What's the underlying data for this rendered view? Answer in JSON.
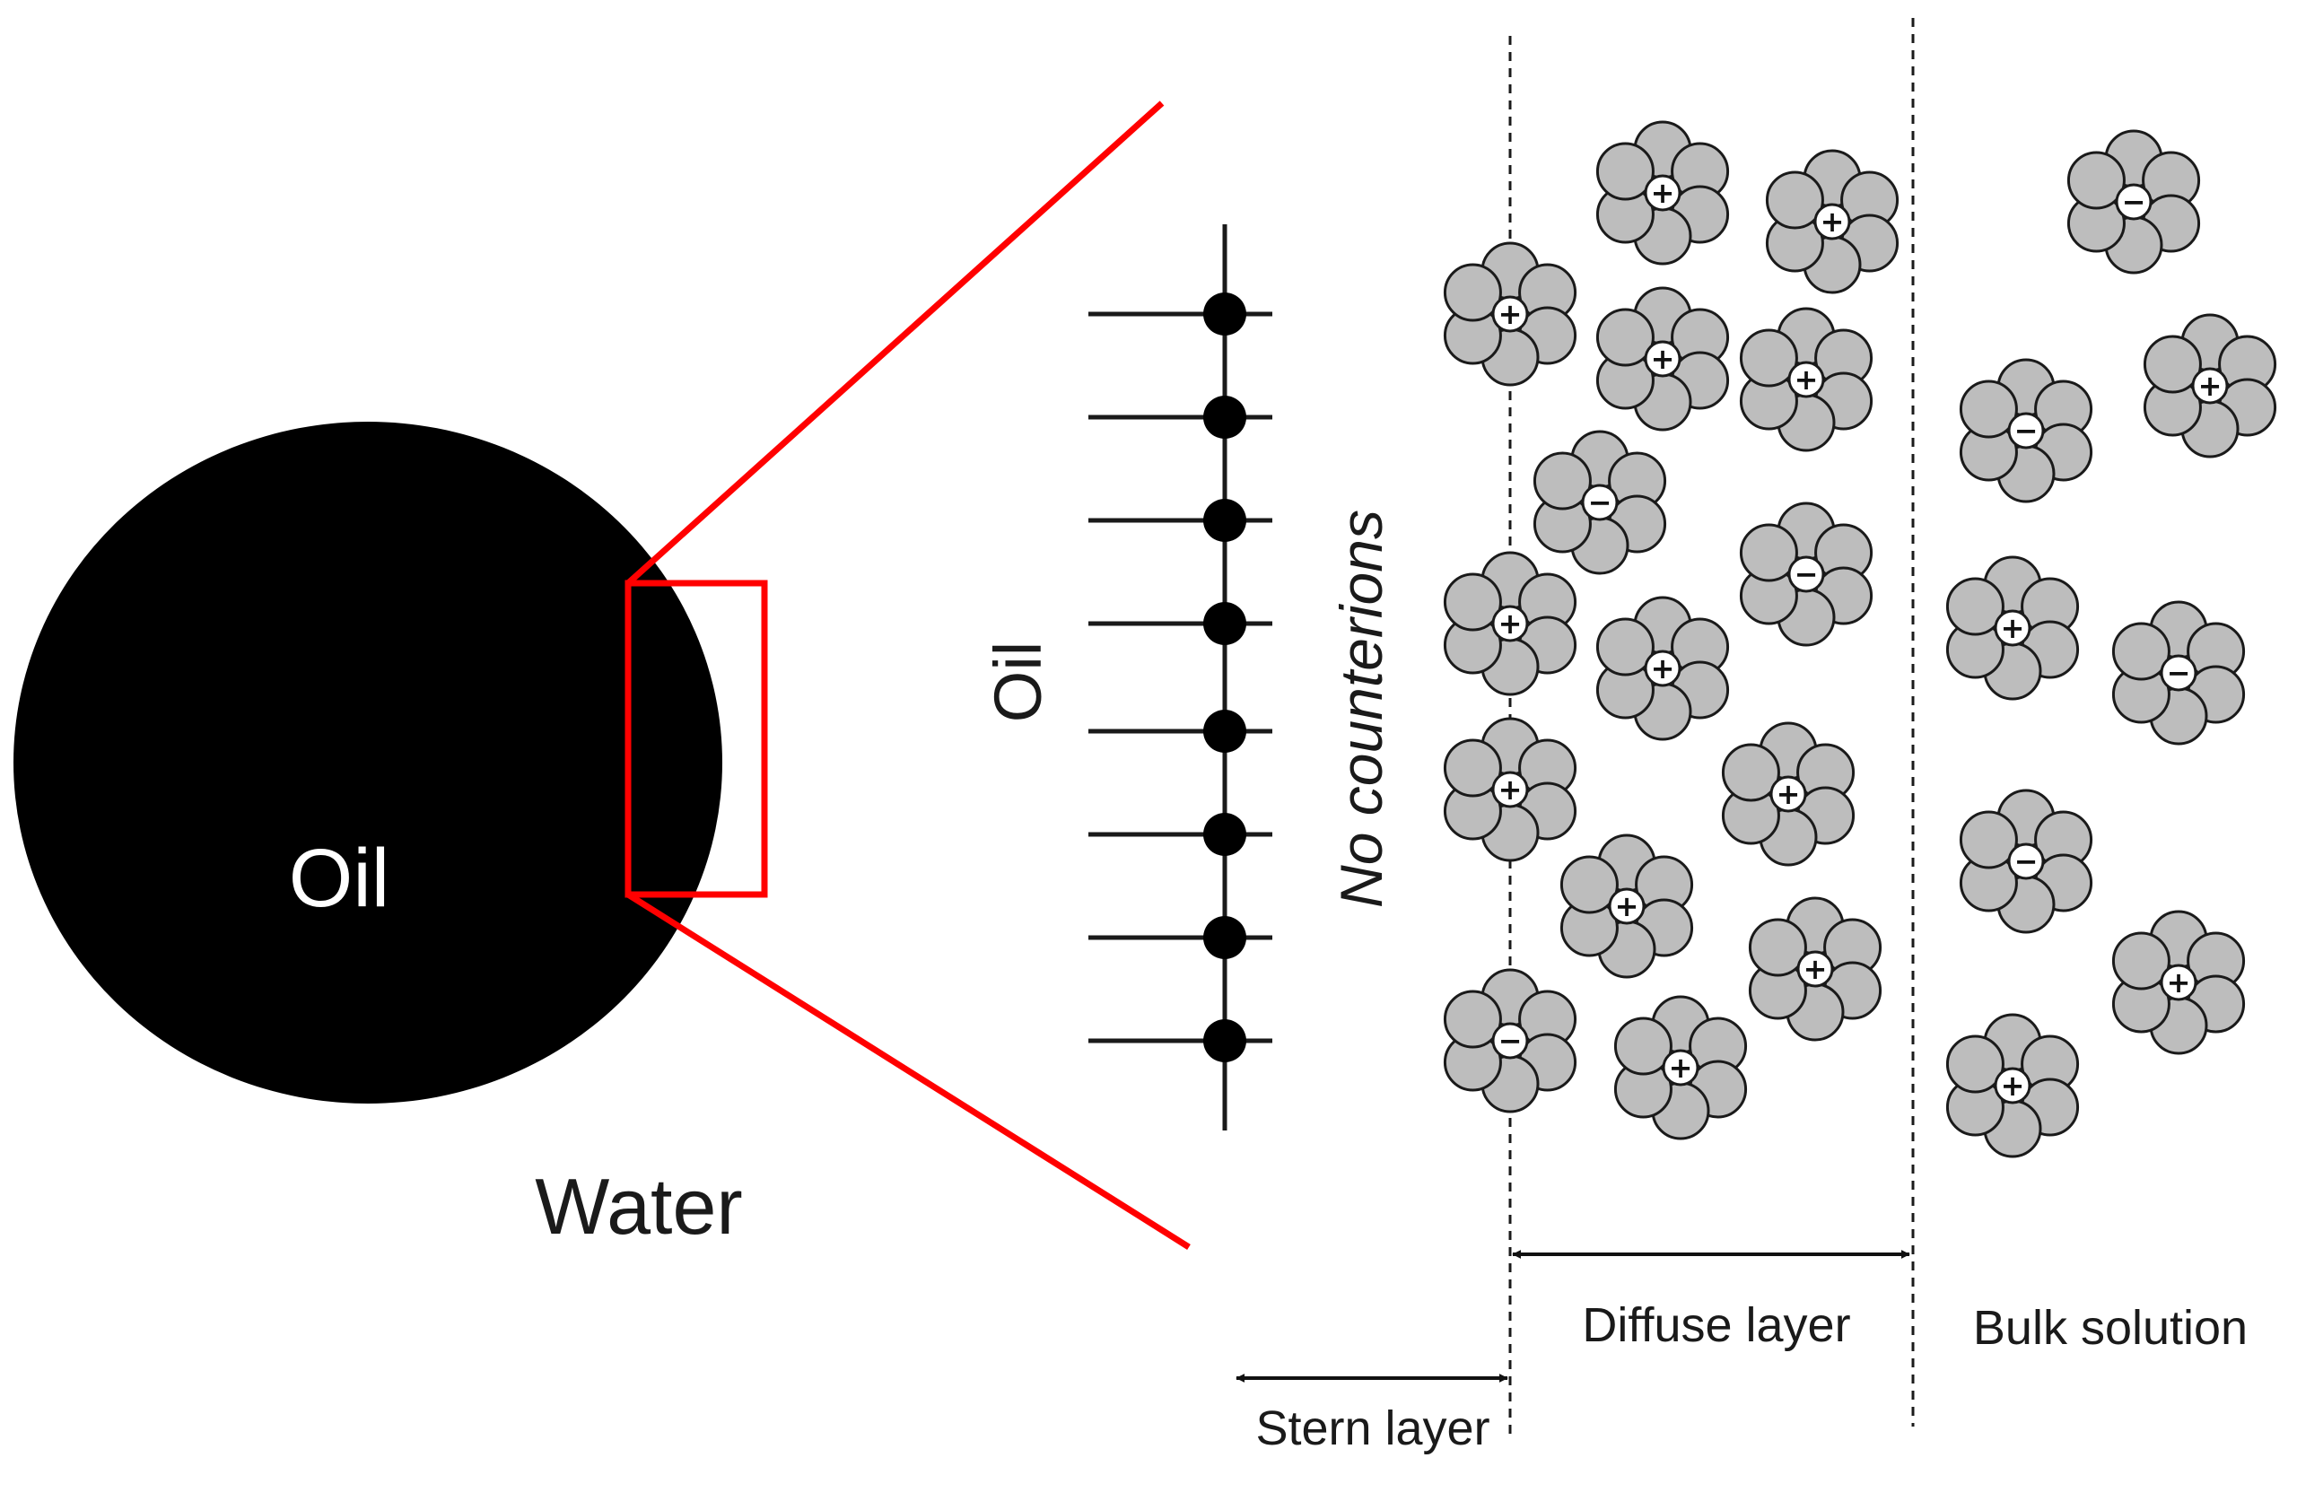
{
  "labels": {
    "droplet": "Oil",
    "medium": "Water",
    "interface_side": "Oil",
    "no_counterions": "No counterions",
    "stern_layer": "Stern layer",
    "diffuse_layer": "Diffuse layer",
    "bulk_solution": "Bulk solution"
  },
  "ion_signs": {
    "positive": "+",
    "negative": "−"
  },
  "surfactant_count": 8,
  "ions": {
    "diffuse_layer": [
      "+",
      "+",
      "+",
      "+",
      "+",
      "−",
      "−",
      "+",
      "+",
      "+",
      "+",
      "+",
      "+",
      "−",
      "+"
    ],
    "bulk_solution": [
      "−",
      "+",
      "−",
      "+",
      "−",
      "−",
      "+",
      "+"
    ]
  },
  "colors": {
    "droplet": "#000000",
    "zoom": "#ff0000",
    "hydration_shell": "#bdbdbd",
    "ion_core": "#ffffff",
    "outline": "#1a1a1a"
  }
}
